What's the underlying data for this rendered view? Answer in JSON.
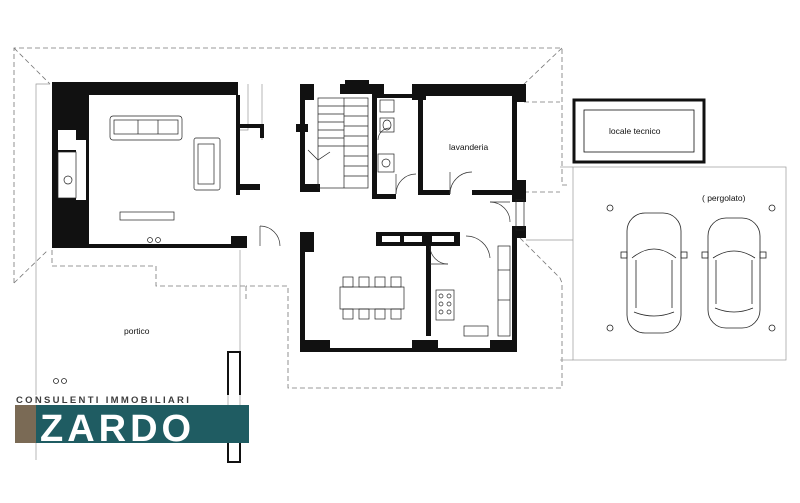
{
  "labels": {
    "lavanderia": "lavanderia",
    "locale_tecnico": "locale tecnico",
    "pergolato": "( pergolato)",
    "portico": "portico"
  },
  "logo": {
    "tagline": "CONSULENTI IMMOBILIARI",
    "brand": "ZARDO"
  },
  "colors": {
    "wall": "#111111",
    "dashed_line": "#777777",
    "logo_brown": "#7a6a55",
    "logo_teal": "#1f5c62",
    "logo_text": "#3d3d3d",
    "background": "#ffffff"
  }
}
